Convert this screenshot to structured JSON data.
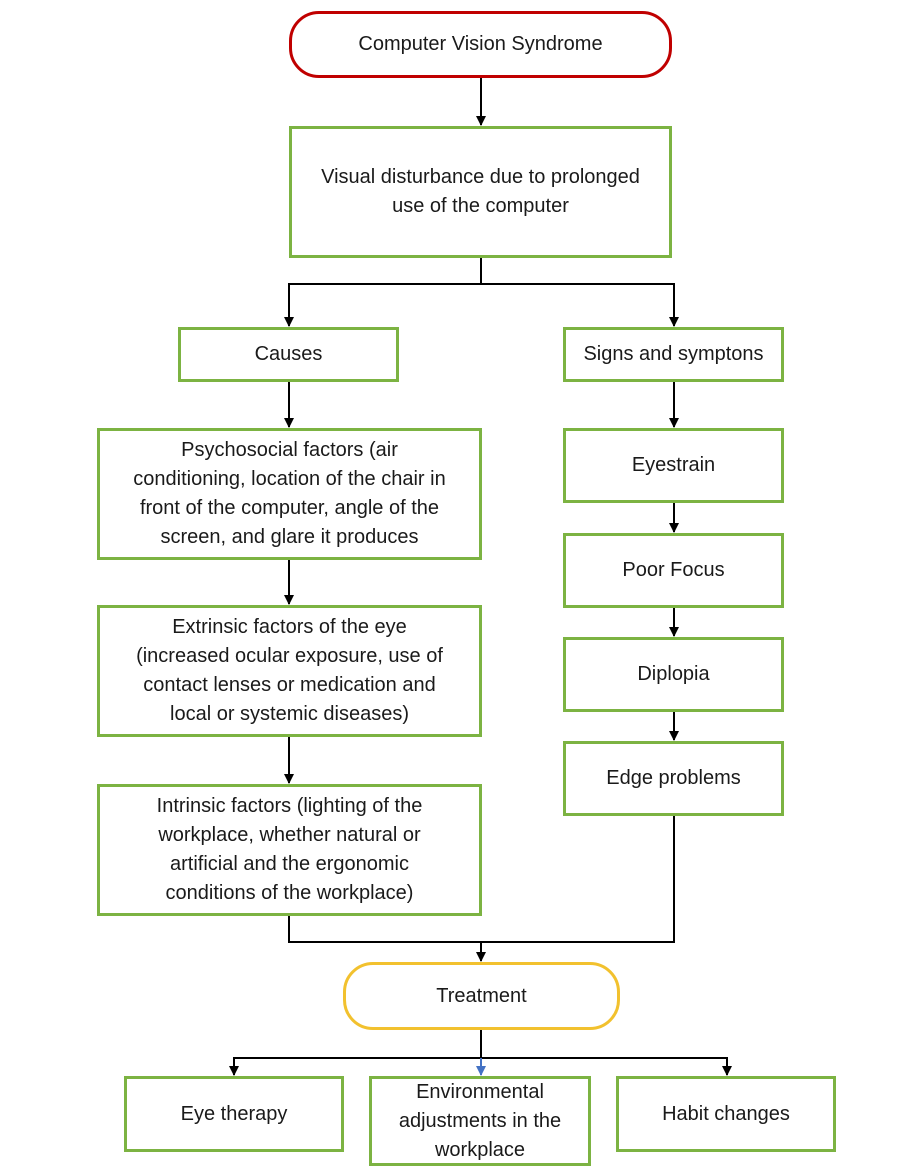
{
  "colors": {
    "box_border": "#7cb342",
    "start_border": "#c00000",
    "treatment_border": "#f2c12e",
    "connector": "#000000",
    "highlight_arrow": "#4472c4"
  },
  "nodes": {
    "cvs": "Computer Vision Syndrome",
    "visual": [
      "Visual disturbance due to prolonged",
      "use of the computer"
    ],
    "causes": "Causes",
    "signs": "Signs and symptons",
    "psycho": [
      "Psychosocial factors (air",
      "conditioning, location of the chair in",
      "front of the computer, angle of the",
      "screen, and glare it produces"
    ],
    "extrinsic": [
      "Extrinsic factors of the eye",
      "(increased ocular exposure, use of",
      "contact lenses or medication and",
      "local or systemic diseases)"
    ],
    "intrinsic": [
      "Intrinsic factors (lighting of the",
      "workplace, whether natural or",
      "artificial and the ergonomic",
      "conditions of the workplace)"
    ],
    "eyestrain": "Eyestrain",
    "poorfocus": "Poor Focus",
    "diplopia": "Diplopia",
    "edge": "Edge problems",
    "treatment": "Treatment",
    "eyetherapy": "Eye therapy",
    "env": [
      "Environmental",
      "adjustments in the",
      "workplace"
    ],
    "habit": "Habit changes"
  }
}
